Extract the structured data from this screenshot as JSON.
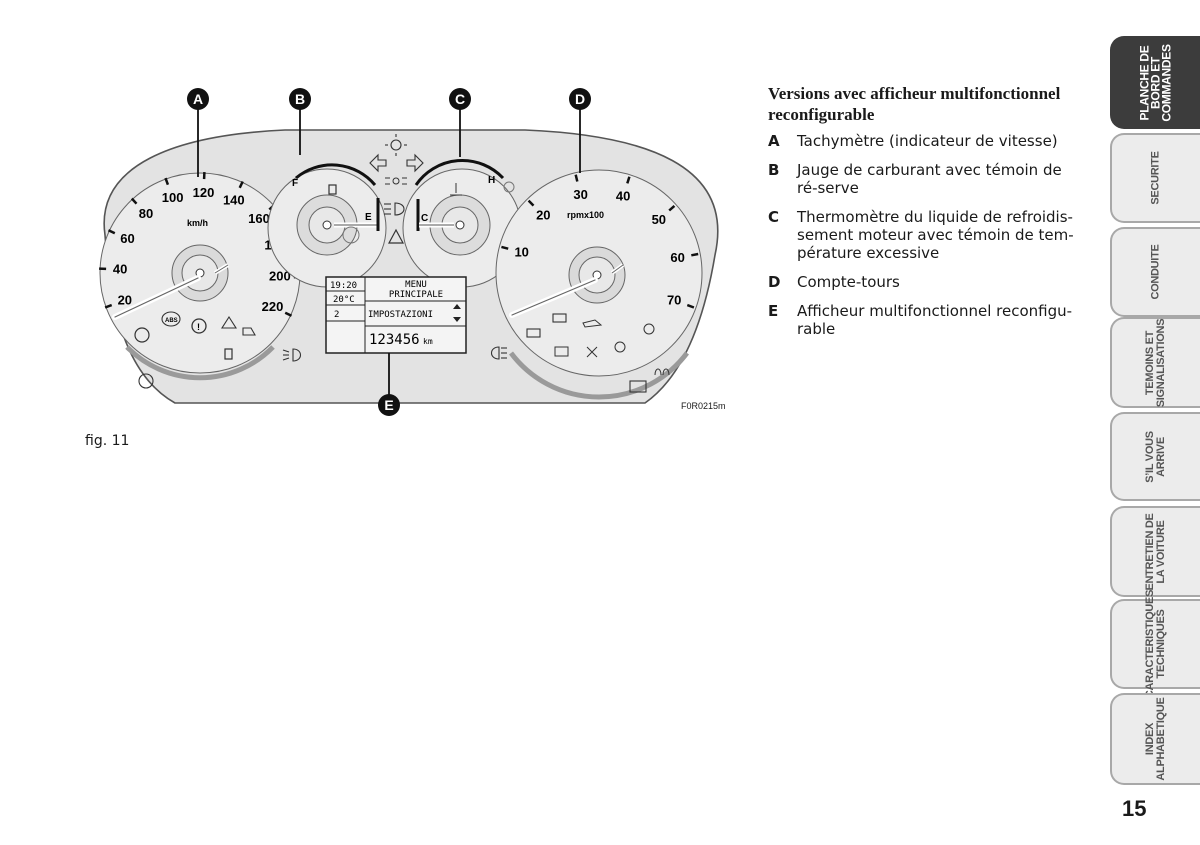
{
  "figure": {
    "callouts": [
      "A",
      "B",
      "C",
      "D",
      "E"
    ],
    "speedometer": {
      "unit": "km/h",
      "ticks": [
        "20",
        "40",
        "60",
        "80",
        "100",
        "120",
        "140",
        "160",
        "180",
        "200",
        "220"
      ]
    },
    "fuel_gauge": {
      "full": "F",
      "empty": "E"
    },
    "temp_gauge": {
      "cold": "C",
      "hot": "H"
    },
    "tachometer": {
      "unit": "rpmx100",
      "ticks": [
        "10",
        "20",
        "30",
        "40",
        "50",
        "60",
        "70"
      ]
    },
    "display": {
      "time": "19:20",
      "temperature": "20°C",
      "gear": "2",
      "menu_line1": "MENU",
      "menu_line2": "PRINCIPALE",
      "submenu": "IMPOSTAZIONI",
      "odometer": "123456",
      "odometer_unit": "km"
    },
    "code": "F0R0215m",
    "caption": "fig. 11",
    "icons": [
      "brake-pad-icon",
      "abs-icon",
      "brake-warning-icon",
      "esp-icon",
      "door-open-icon",
      "fuel-pump-icon",
      "fog-light-icon",
      "turn-left-arrow-icon",
      "turn-right-arrow-icon",
      "light-sensor-icon",
      "parking-light-icon",
      "high-beam-icon",
      "hazard-triangle-icon",
      "coolant-icon",
      "rear-fog-icon",
      "engine-check-icon",
      "battery-icon",
      "oil-icon",
      "seatbelt-icon",
      "immobilizer-icon",
      "tyre-icon",
      "airbag-icon",
      "service-icon",
      "glow-plug-icon",
      "dpf-icon",
      "speed-limit-icon"
    ]
  },
  "text": {
    "heading": "Versions avec afficheur multifonctionnel reconfigurable",
    "items": [
      {
        "key": "A",
        "desc": "Tachymètre (indicateur de vitesse)"
      },
      {
        "key": "B",
        "desc": "Jauge de carburant avec témoin de ré-serve"
      },
      {
        "key": "C",
        "desc": "Thermomètre du liquide de refroidis-sement moteur avec témoin de tem-pérature excessive"
      },
      {
        "key": "D",
        "desc": "Compte-tours"
      },
      {
        "key": "E",
        "desc": "Afficheur multifonctionnel reconfigu-rable"
      }
    ]
  },
  "tabs": [
    {
      "label": "PLANCHE DE\nBORD ET\nCOMMANDES",
      "active": true
    },
    {
      "label": "SECURITE",
      "active": false
    },
    {
      "label": "CONDUITE",
      "active": false
    },
    {
      "label": "TEMOINS ET\nSIGNALISATIONS",
      "active": false
    },
    {
      "label": "S’IL VOUS\nARRIVE",
      "active": false
    },
    {
      "label": "ENTRETIEN DE\nLA VOITURE",
      "active": false
    },
    {
      "label": "CARACTERISTIQUES\nTECHNIQUES",
      "active": false
    },
    {
      "label": "INDEX\nALPHABETIQUE",
      "active": false
    }
  ],
  "page_number": "15",
  "colors": {
    "panel": "#e3e3e3",
    "dial_face": "#eeeeee",
    "tab_active": "#3c3c3c",
    "tab_inactive": "#ececec"
  }
}
